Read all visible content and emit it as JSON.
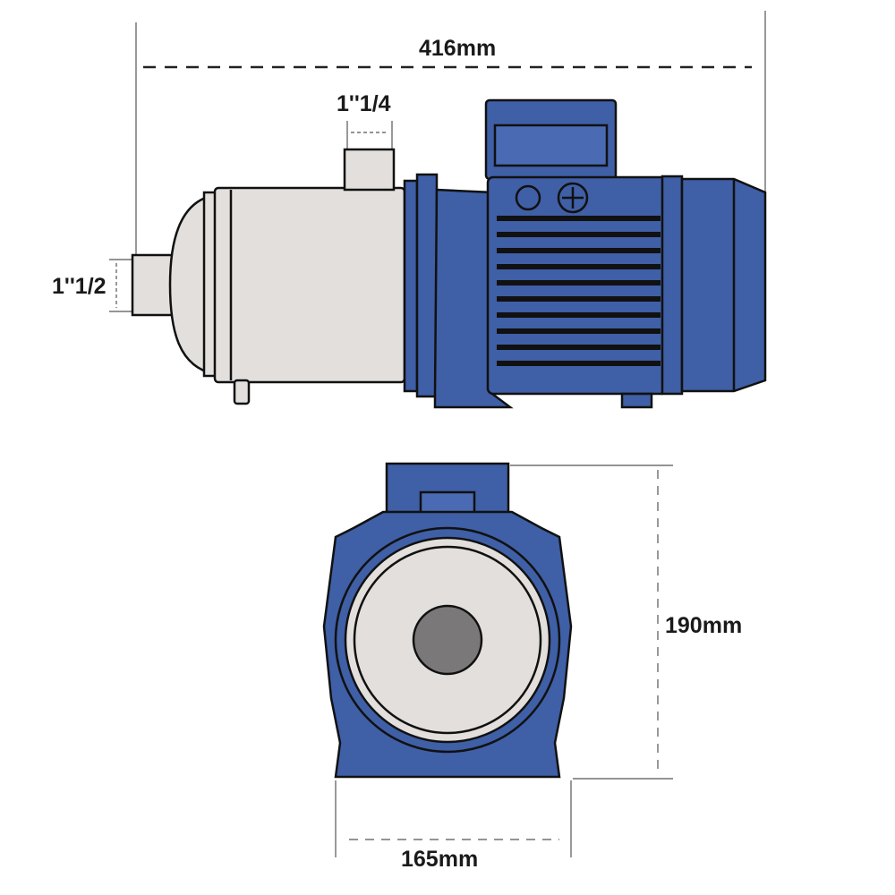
{
  "dimensions": {
    "overall_length": "416mm",
    "outlet_size": "1''1/4",
    "inlet_size": "1''1/2",
    "height": "190mm",
    "base_width": "165mm"
  },
  "colors": {
    "motor_blue": "#3f5fa6",
    "body_gray": "#e2dfdc",
    "hub_gray": "#7a7878",
    "outline": "#111111"
  }
}
